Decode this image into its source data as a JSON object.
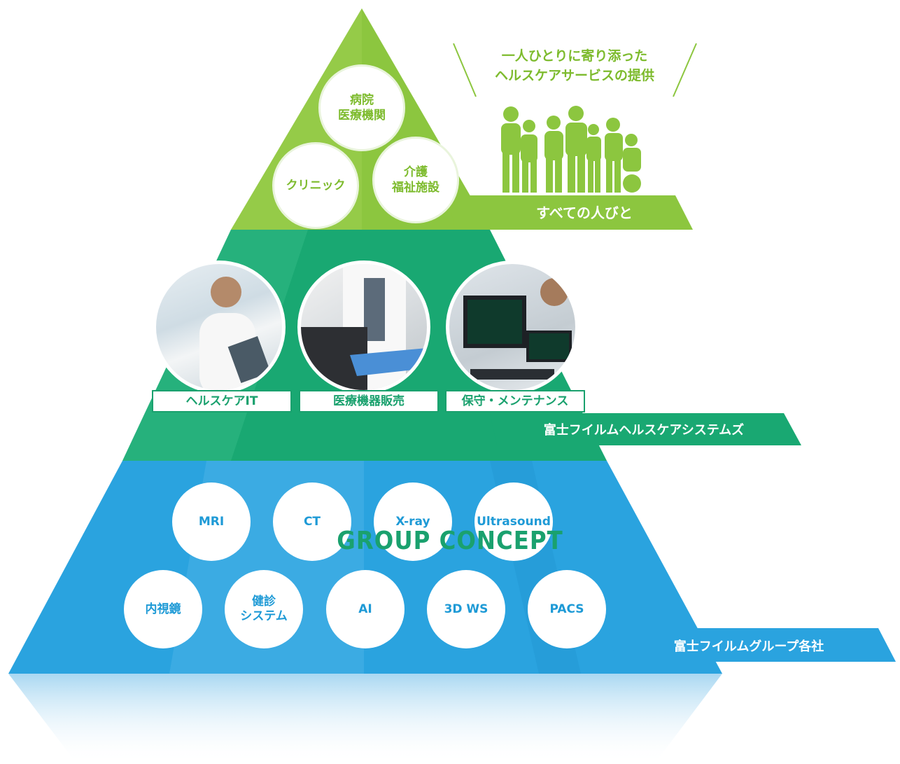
{
  "top": {
    "circles": [
      "病院\n医療機関",
      "クリニック",
      "介護\n福祉施設"
    ],
    "tagline": [
      "一人ひとりに寄り添った",
      "ヘルスケアサービスの提供"
    ],
    "band_label": "すべての人びと"
  },
  "middle": {
    "services": [
      "ヘルスケアIT",
      "医療機器販売",
      "保守・メンテナンス"
    ],
    "band_label": "富士フイルムヘルスケアシステムズ"
  },
  "bottom": {
    "row1": [
      "MRI",
      "CT",
      "X-ray",
      "Ultrasound"
    ],
    "row2": [
      "内視鏡",
      "健診\nシステム",
      "AI",
      "3D WS",
      "PACS"
    ],
    "band_label": "富士フイルムグループ各社"
  },
  "footer": "GROUP CONCEPT",
  "colors": {
    "top_green": "#8cc63f",
    "mid_green": "#19a872",
    "bottom_blue": "#2aa3df",
    "white": "#ffffff"
  }
}
